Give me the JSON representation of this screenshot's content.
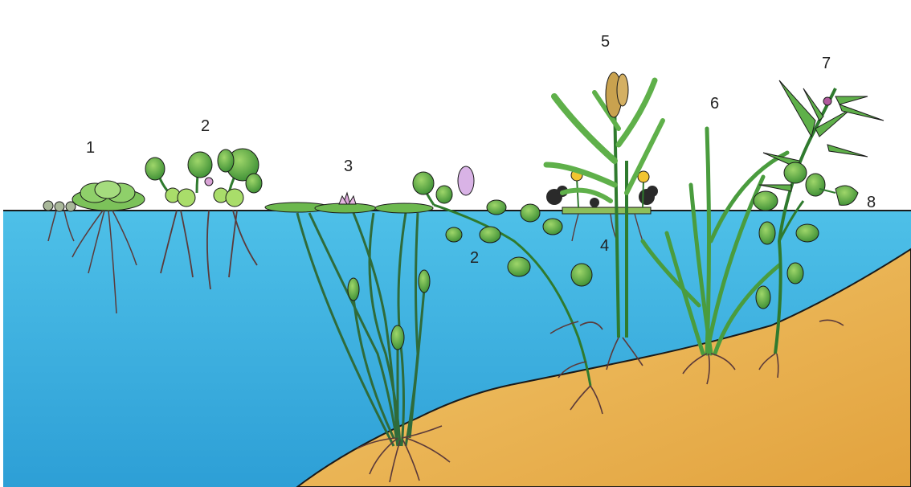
{
  "colors": {
    "sky": "#ffffff",
    "water": "#3fb3e0",
    "water_deep": "#2aa0d6",
    "soil": "#eab24e",
    "soil_light": "#f3c56b",
    "leaf": "#5fb04a",
    "leaf_dark": "#2f7a2e",
    "root": "#5b3a3a",
    "flower_pink": "#d9a3d6",
    "flower_yellow": "#f2c531",
    "outline": "#1a1a1a"
  },
  "labels": [
    {
      "key": "label_1",
      "text": "1",
      "plant": "floating-rosette-plant"
    },
    {
      "key": "label_2a",
      "text": "2",
      "plant": "floating-bulb-plant"
    },
    {
      "key": "label_3",
      "text": "3",
      "plant": "water-lily"
    },
    {
      "key": "label_2b",
      "text": "2",
      "plant": "floating-bulb-plant"
    },
    {
      "key": "label_4",
      "text": "4",
      "plant": "feathery-floating-plant"
    },
    {
      "key": "label_5",
      "text": "5",
      "plant": "reed-grass"
    },
    {
      "key": "label_6",
      "text": "6",
      "plant": "tall-grass"
    },
    {
      "key": "label_7",
      "text": "7",
      "plant": "climbing-plant"
    },
    {
      "key": "label_8",
      "text": "8",
      "plant": "climbing-plant-leaf"
    }
  ]
}
